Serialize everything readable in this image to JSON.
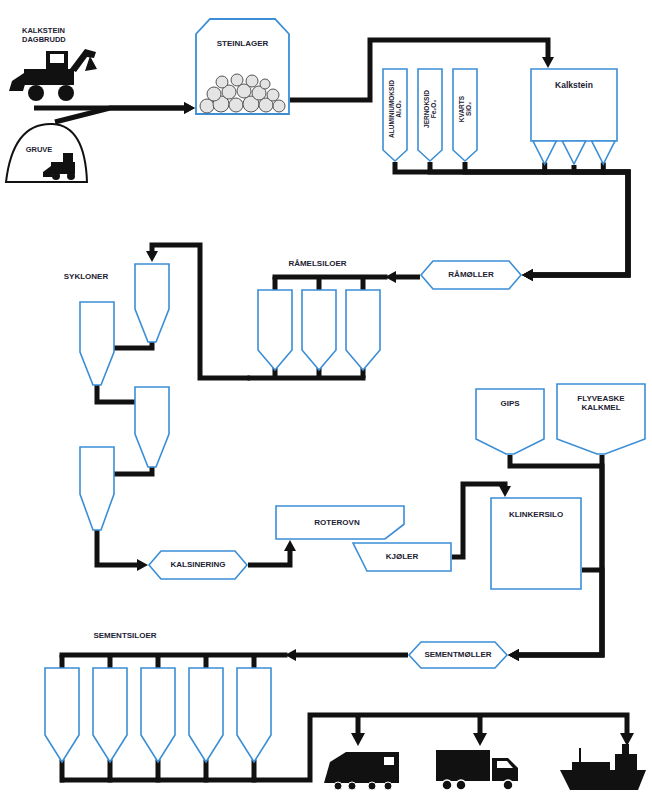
{
  "diagram": {
    "nodes": [
      {
        "text": [
          "KALKSTEIN DAGBRUDD"
        ]
      },
      {
        "text": [
          "GRUVE"
        ]
      },
      {
        "text": [
          "STEINLAGER"
        ]
      },
      {
        "text": [
          "ALUMINIUMOKSID Al₂O₃"
        ]
      },
      {
        "text": [
          "JERNOKSID Fe₂O₃"
        ]
      },
      {
        "text": [
          "KVARTS SiO₂"
        ]
      },
      {
        "text": [
          "Kalkstein"
        ]
      },
      {
        "text": [
          "RÅMELSILOER"
        ]
      },
      {
        "text": [
          "RÅMØLLER"
        ]
      },
      {
        "text": [
          "SYKLONER"
        ]
      },
      {
        "text": [
          "GIPS"
        ]
      },
      {
        "text": [
          "FLYVEASKE KALKMEL"
        ]
      },
      {
        "text": [
          "ROTEROVN"
        ]
      },
      {
        "text": [
          "KJØLER"
        ]
      },
      {
        "text": [
          "KLINKERSILO"
        ]
      },
      {
        "text": [
          "KALSINERING"
        ]
      },
      {
        "text": [
          "SEMENTMØLLER"
        ]
      },
      {
        "text": [
          "SEMENTSILOER"
        ]
      }
    ],
    "edges": [
      {
        "from": 0,
        "to": 2,
        "arrow": "to"
      },
      {
        "from": 1,
        "to": 2,
        "arrow": "to"
      },
      {
        "from": 2,
        "to": 6,
        "arrow": "to"
      },
      {
        "from": 3,
        "to": 8,
        "arrow": "to"
      },
      {
        "from": 4,
        "to": 8,
        "arrow": "to"
      },
      {
        "from": 5,
        "to": 8,
        "arrow": "to"
      },
      {
        "from": 6,
        "to": 8,
        "arrow": "to"
      },
      {
        "from": 8,
        "to": 7,
        "arrow": "to"
      },
      {
        "from": 7,
        "to": 9,
        "arrow": "to"
      },
      {
        "from": 9,
        "to": 15,
        "arrow": "to"
      },
      {
        "from": 15,
        "to": 12,
        "arrow": "to"
      },
      {
        "from": 13,
        "to": 14,
        "arrow": "to"
      },
      {
        "from": 10,
        "to": 16,
        "arrow": "to"
      },
      {
        "from": 11,
        "to": 16,
        "arrow": "to"
      },
      {
        "from": 14,
        "to": 16,
        "arrow": "to"
      },
      {
        "from": 16,
        "to": 17,
        "arrow": "to"
      }
    ]
  }
}
